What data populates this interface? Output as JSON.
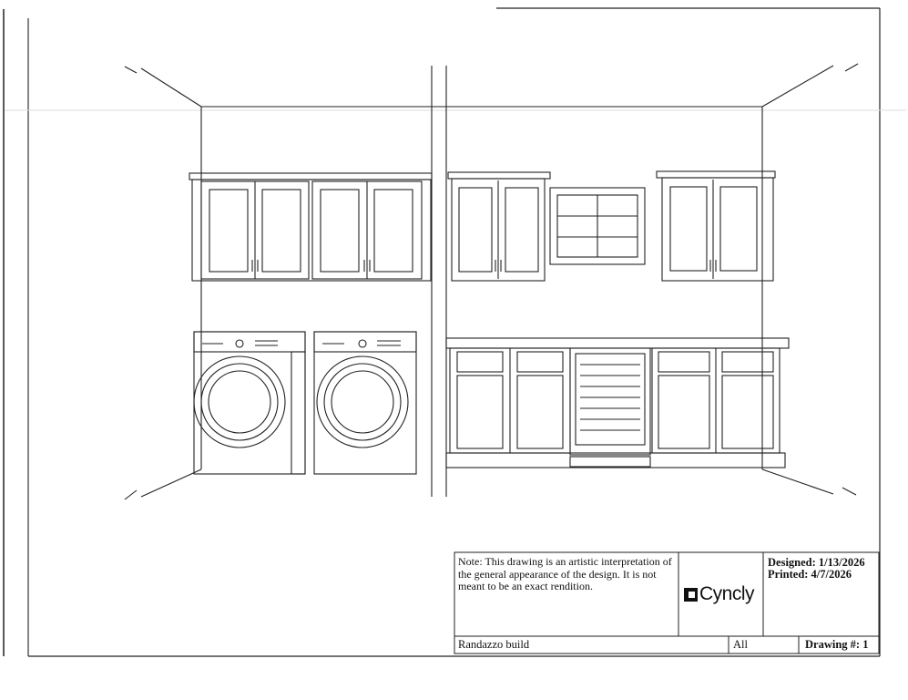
{
  "title_block": {
    "note": "Note: This drawing is an artistic interpretation of the general appearance of the design. It is not meant to be an exact rendition.",
    "designed": "Designed: 1/13/2026",
    "printed": "Printed: 4/7/2026",
    "brand": "Cyncly",
    "project": "Randazzo build",
    "scope": "All",
    "drawing_number": "Drawing #: 1"
  }
}
